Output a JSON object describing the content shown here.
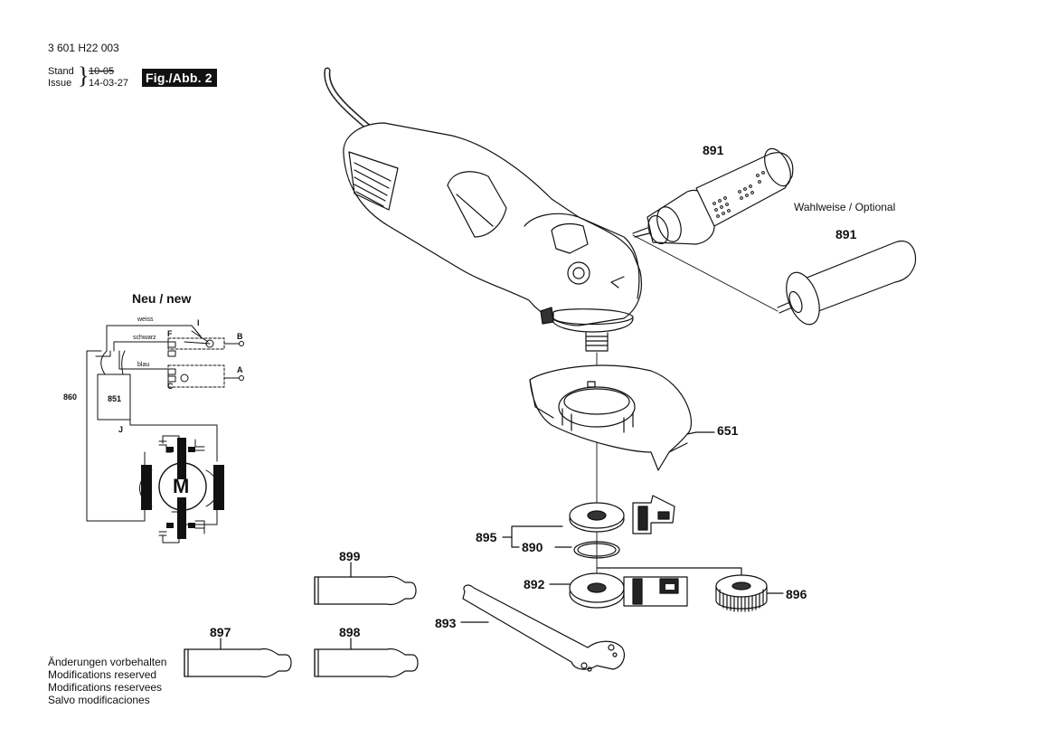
{
  "header": {
    "doc_number": "3 601 H22 003",
    "stand_label": "Stand",
    "issue_label": "Issue",
    "stand_date": "10-05",
    "issue_date": "14-03-27",
    "figure_label": "Fig./Abb. 2"
  },
  "schematic": {
    "title": "Neu / new",
    "wire_white": "weiss",
    "wire_black": "schwarz",
    "wire_blue": "blau",
    "switch_label": "I",
    "terminal_f": "F",
    "terminal_c": "C",
    "terminal_b": "B",
    "terminal_a": "A",
    "ref_860": "860",
    "ref_851": "851",
    "ref_j": "J",
    "motor_label": "M"
  },
  "parts": {
    "p891_top": "891",
    "p891_side": "891",
    "optional_note": "Wahlweise / Optional",
    "p651": "651",
    "p895": "895",
    "p890": "890",
    "p892": "892",
    "p896": "896",
    "p893": "893",
    "p899": "899",
    "p897": "897",
    "p898": "898"
  },
  "footer": {
    "line_de": "Änderungen vorbehalten",
    "line_en": "Modifications reserved",
    "line_fr": "Modifications reservees",
    "line_es": "Salvo modificaciones"
  }
}
